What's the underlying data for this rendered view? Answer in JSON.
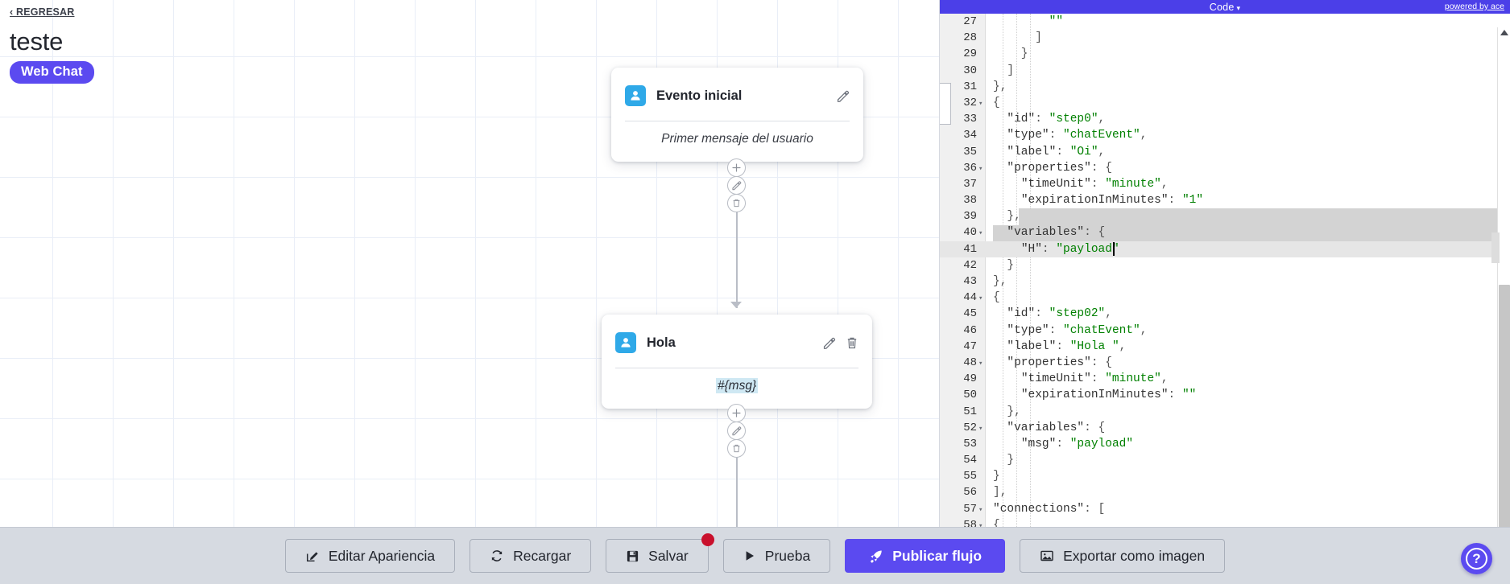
{
  "header": {
    "back_label": "‹ REGRESAR",
    "title": "teste",
    "channel_badge": "Web Chat"
  },
  "flow": {
    "nodes": [
      {
        "id": "node-evento-inicial",
        "title": "Evento inicial",
        "body": "Primer mensaje del usuario",
        "avatar_icon": "user-icon",
        "edit_icon": "pencil-icon",
        "delete_icon": "trash-icon",
        "has_delete": false
      },
      {
        "id": "node-hola",
        "title": "Hola",
        "body": "#{msg}",
        "avatar_icon": "user-icon",
        "edit_icon": "pencil-icon",
        "delete_icon": "trash-icon",
        "has_delete": true
      }
    ],
    "connector_icons": [
      "plus-icon",
      "pencil-icon",
      "trash-icon"
    ],
    "accent_avatar_color": "#2fa9e8",
    "variable_chip_color": "#cfe8f3"
  },
  "code_panel": {
    "title": "Code",
    "title_caret": "▾",
    "powered_by": "powered by ace",
    "fold_tooltip_chevron": "❯",
    "first_visible_line": 27,
    "active_line": 41,
    "lines": [
      {
        "n": 27,
        "fold": false,
        "text": "        \"\""
      },
      {
        "n": 28,
        "fold": false,
        "text": "      ]"
      },
      {
        "n": 29,
        "fold": false,
        "text": "    }"
      },
      {
        "n": 30,
        "fold": false,
        "text": "  ]"
      },
      {
        "n": 31,
        "fold": false,
        "text": "},"
      },
      {
        "n": 32,
        "fold": true,
        "text": "{"
      },
      {
        "n": 33,
        "fold": false,
        "text": "  \"id\": \"step0\","
      },
      {
        "n": 34,
        "fold": false,
        "text": "  \"type\": \"chatEvent\","
      },
      {
        "n": 35,
        "fold": false,
        "text": "  \"label\": \"Oi\","
      },
      {
        "n": 36,
        "fold": true,
        "text": "  \"properties\": {"
      },
      {
        "n": 37,
        "fold": false,
        "text": "    \"timeUnit\": \"minute\","
      },
      {
        "n": 38,
        "fold": false,
        "text": "    \"expirationInMinutes\": \"1\""
      },
      {
        "n": 39,
        "fold": false,
        "text": "  },"
      },
      {
        "n": 40,
        "fold": true,
        "text": "  \"variables\": {"
      },
      {
        "n": 41,
        "fold": false,
        "text": "    \"H\": \"payload\""
      },
      {
        "n": 42,
        "fold": false,
        "text": "  }"
      },
      {
        "n": 43,
        "fold": false,
        "text": "},"
      },
      {
        "n": 44,
        "fold": true,
        "text": "{"
      },
      {
        "n": 45,
        "fold": false,
        "text": "  \"id\": \"step02\","
      },
      {
        "n": 46,
        "fold": false,
        "text": "  \"type\": \"chatEvent\","
      },
      {
        "n": 47,
        "fold": false,
        "text": "  \"label\": \"Hola \","
      },
      {
        "n": 48,
        "fold": true,
        "text": "  \"properties\": {"
      },
      {
        "n": 49,
        "fold": false,
        "text": "    \"timeUnit\": \"minute\","
      },
      {
        "n": 50,
        "fold": false,
        "text": "    \"expirationInMinutes\": \"\""
      },
      {
        "n": 51,
        "fold": false,
        "text": "  },"
      },
      {
        "n": 52,
        "fold": true,
        "text": "  \"variables\": {"
      },
      {
        "n": 53,
        "fold": false,
        "text": "    \"msg\": \"payload\""
      },
      {
        "n": 54,
        "fold": false,
        "text": "  }"
      },
      {
        "n": 55,
        "fold": false,
        "text": "}"
      },
      {
        "n": 56,
        "fold": false,
        "text": "],"
      },
      {
        "n": 57,
        "fold": true,
        "text": "\"connections\": ["
      },
      {
        "n": 58,
        "fold": true,
        "text": "{"
      }
    ]
  },
  "toolbar": {
    "buttons": [
      {
        "label": "Editar Apariencia",
        "icon": "edit-square-icon",
        "primary": false,
        "badge": false
      },
      {
        "label": "Recargar",
        "icon": "refresh-icon",
        "primary": false,
        "badge": false
      },
      {
        "label": "Salvar",
        "icon": "save-disk-icon",
        "primary": false,
        "badge": true
      },
      {
        "label": "Prueba",
        "icon": "play-icon",
        "primary": false,
        "badge": false
      },
      {
        "label": "Publicar flujo",
        "icon": "rocket-icon",
        "primary": true,
        "badge": false
      },
      {
        "label": "Exportar como imagen",
        "icon": "image-icon",
        "primary": false,
        "badge": false
      }
    ],
    "help_label": "?",
    "primary_color": "#5b4af0",
    "badge_color": "#c9102c"
  }
}
